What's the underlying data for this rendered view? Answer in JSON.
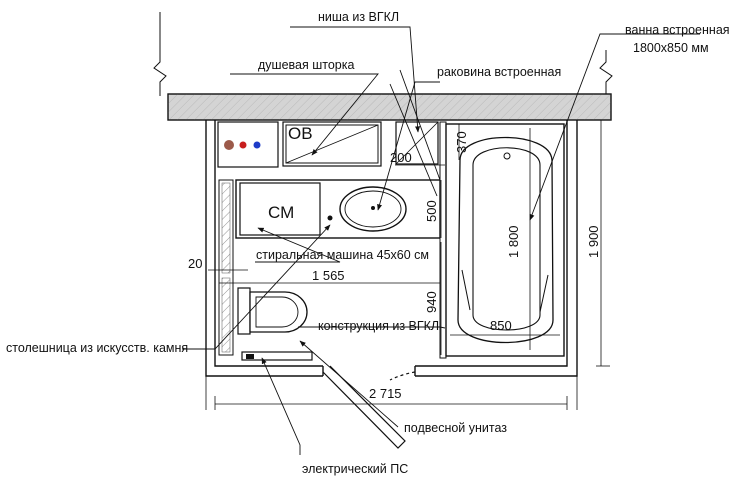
{
  "labels": {
    "niche": "ниша из ВГКЛ",
    "shower_curtain": "душевая шторка",
    "sink": "раковина встроенная",
    "bath_line1": "ванна встроенная",
    "bath_line2": "1800х850 мм",
    "washing_machine": "стиральная машина 45х60 см",
    "countertop": "столешница из искусств. камня",
    "construction": "конструкция из ВГКЛ",
    "toilet": "подвесной унитаз",
    "electric": "электрический ПС",
    "boiler_tag": "ОВ",
    "washer_tag": "СМ"
  },
  "dimensions": {
    "d200": "200",
    "d370": "370",
    "d500": "500",
    "d1800": "1 800",
    "d1900": "1 900",
    "d20": "20",
    "d1565": "1 565",
    "d940": "940",
    "d850": "850",
    "d2715": "2 715"
  },
  "colors": {
    "line": "#111111",
    "slab": "#cfcfcf",
    "hot": "#c81e1e",
    "cold": "#1e3cc8",
    "boiler_body": "#9c5a4a"
  }
}
